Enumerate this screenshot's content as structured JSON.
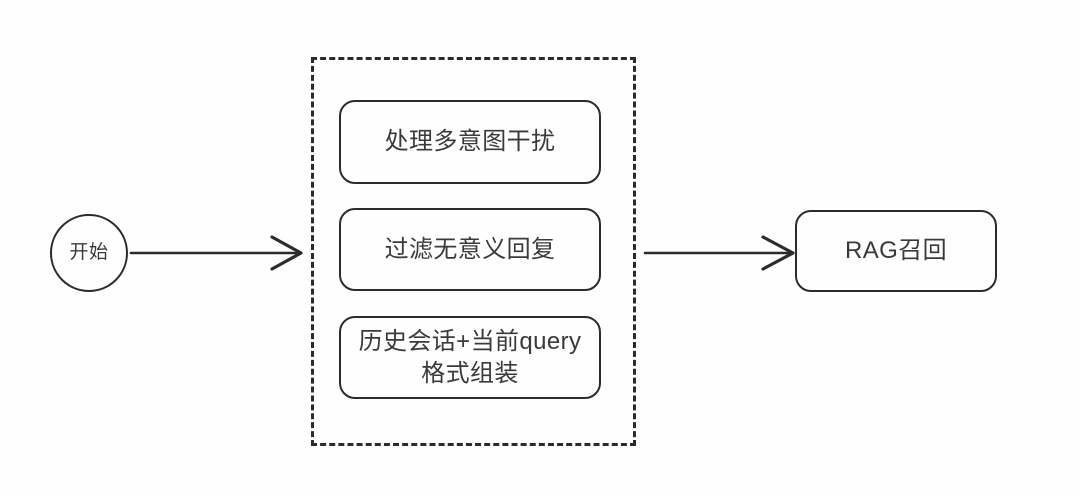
{
  "diagram": {
    "title": "RAG query preprocessing flow",
    "background_color": "#fefefe",
    "stroke_color": "#2b2b2b",
    "text_color": "#3a3a3a",
    "nodes": {
      "start": {
        "label": "开始",
        "shape": "circle"
      },
      "group_steps": [
        {
          "label": "处理多意图干扰",
          "shape": "rounded-rect"
        },
        {
          "label": "过滤无意义回复",
          "shape": "rounded-rect"
        },
        {
          "label": "历史会话+当前query\n格式组装",
          "shape": "rounded-rect"
        }
      ],
      "rag": {
        "label": "RAG召回",
        "shape": "rounded-rect"
      }
    },
    "group": {
      "style": "dashed",
      "label": ""
    },
    "edges": [
      {
        "from": "开始",
        "to": "处理组",
        "label": "",
        "arrowhead": "open-v"
      },
      {
        "from": "处理组",
        "to": "RAG召回",
        "label": "",
        "arrowhead": "open-v"
      }
    ]
  }
}
